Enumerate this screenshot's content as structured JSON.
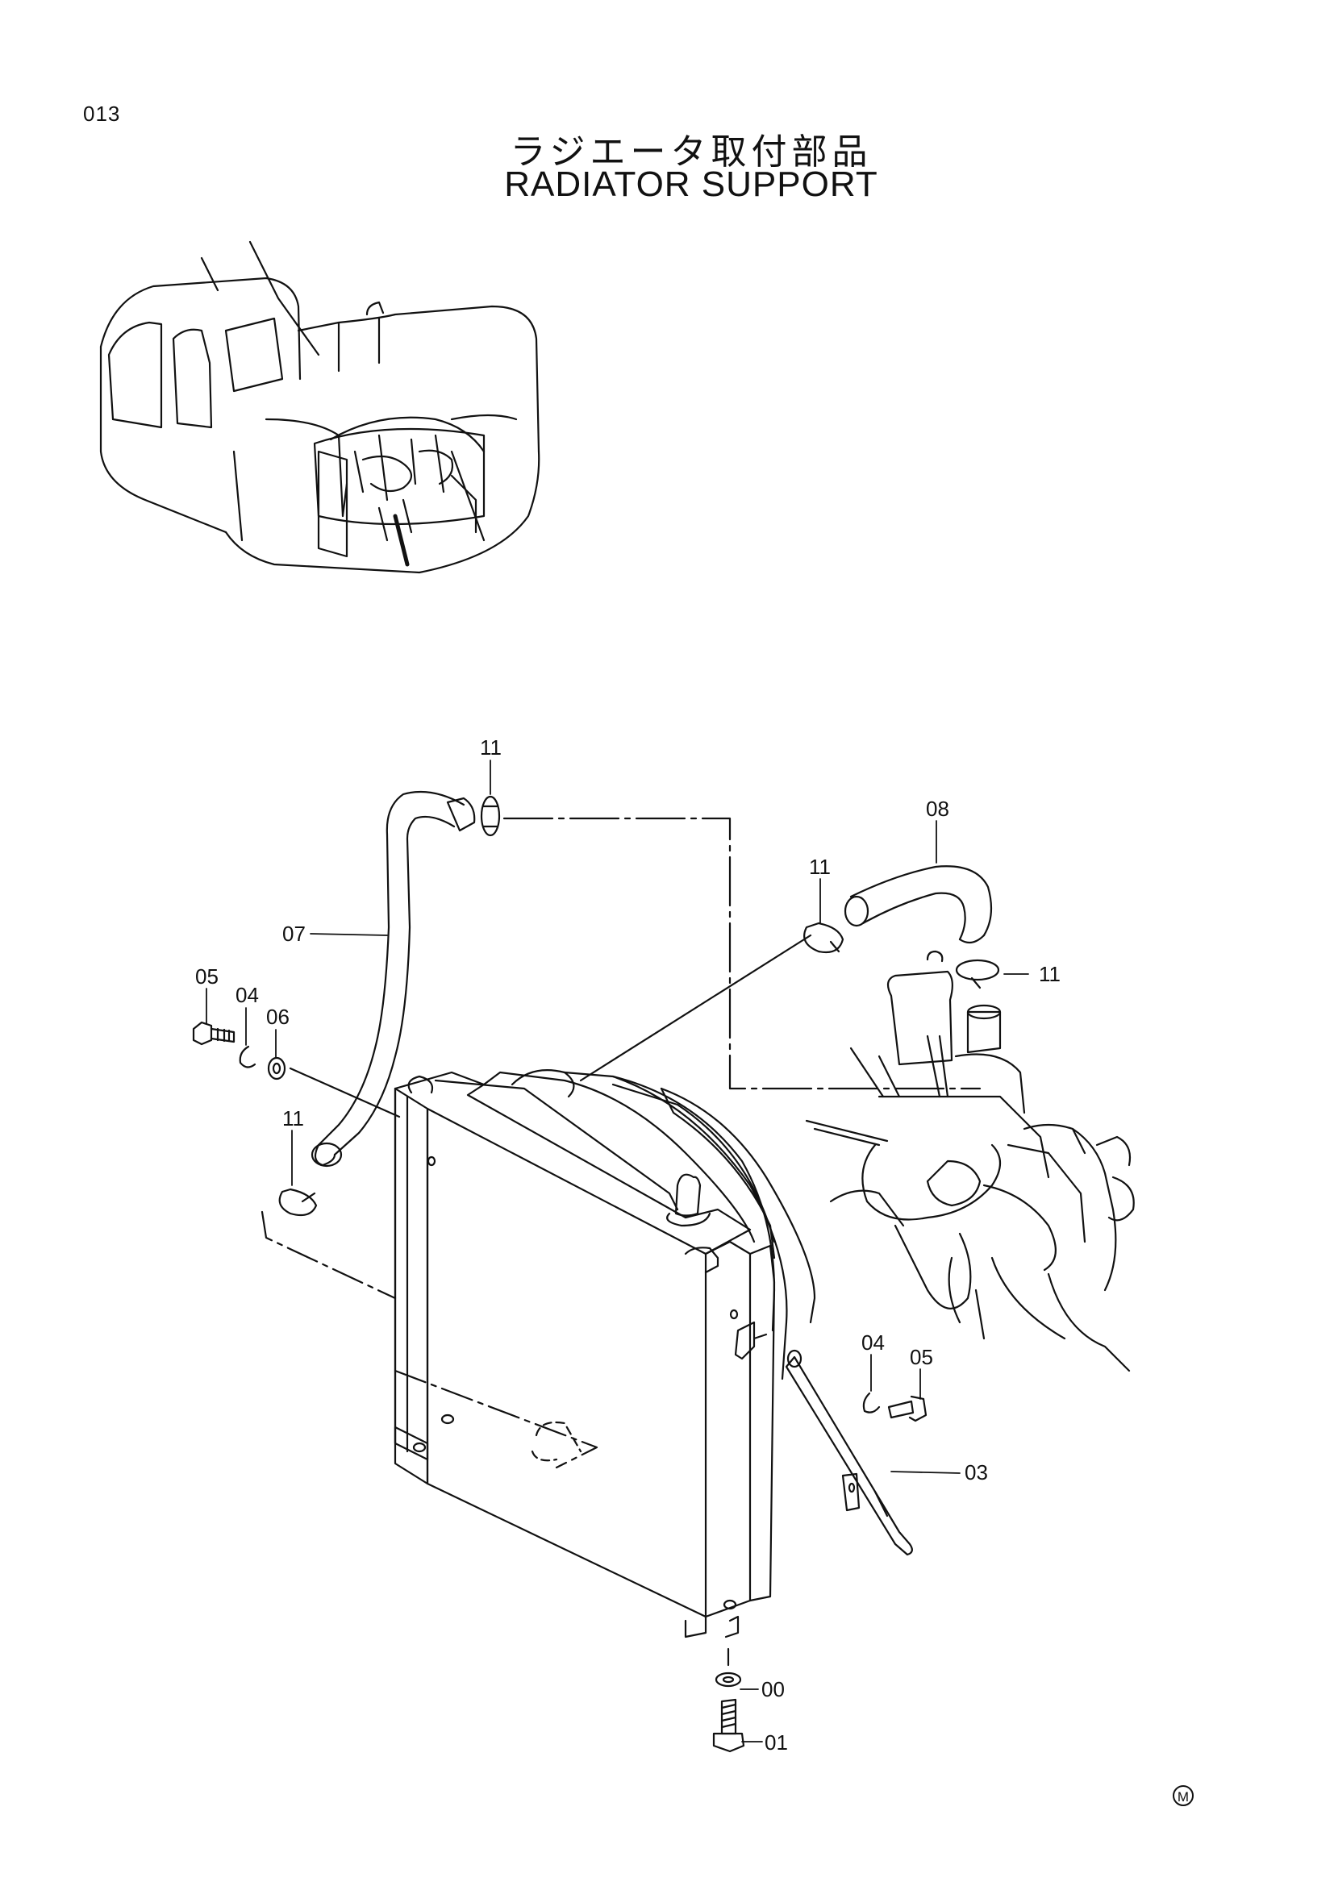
{
  "page_number": "013",
  "title_jp": "ラジエータ取付部品",
  "title_en": "RADIATOR SUPPORT",
  "corner_mark": "M",
  "callouts": [
    "11",
    "08",
    "11",
    "07",
    "11",
    "05",
    "04",
    "06",
    "11",
    "04",
    "05",
    "03",
    "00",
    "01"
  ]
}
